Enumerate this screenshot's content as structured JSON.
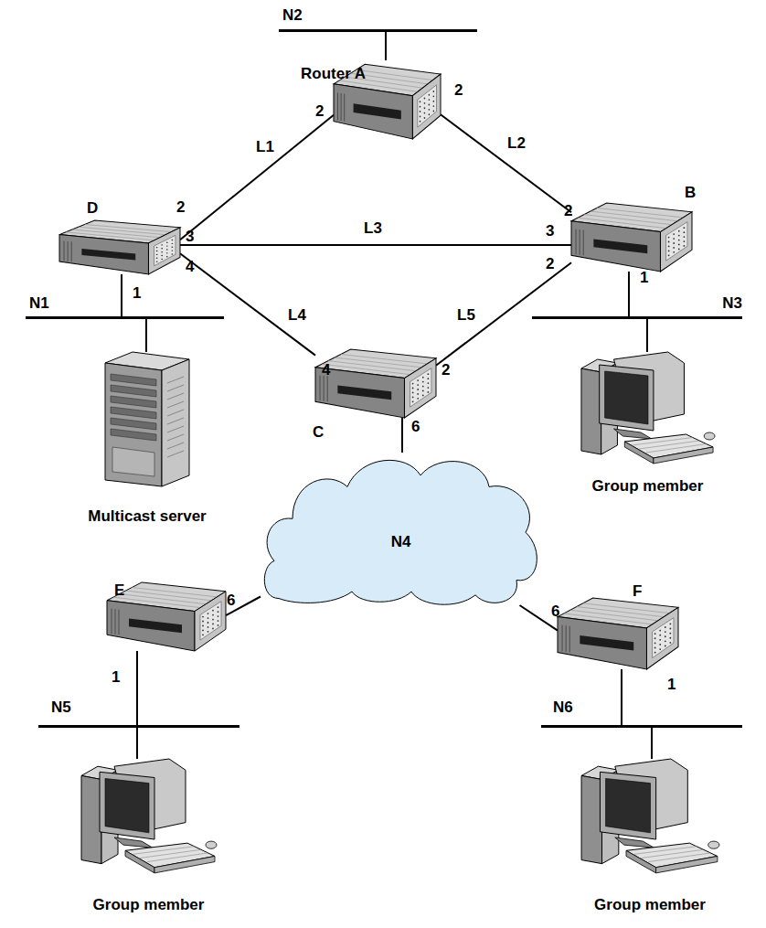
{
  "diagram": {
    "nodes": [
      {
        "text": [
          "N2"
        ]
      },
      {
        "text": [
          "Router A"
        ]
      },
      {
        "text": [
          "D"
        ]
      },
      {
        "text": [
          "B"
        ]
      },
      {
        "text": [
          "N1"
        ]
      },
      {
        "text": [
          "N3"
        ]
      },
      {
        "text": [
          "C"
        ]
      },
      {
        "text": [
          "Multicast server"
        ]
      },
      {
        "text": [
          "Group member"
        ]
      },
      {
        "text": [
          "N4"
        ]
      },
      {
        "text": [
          "E"
        ]
      },
      {
        "text": [
          "F"
        ]
      },
      {
        "text": [
          "N5"
        ]
      },
      {
        "text": [
          "N6"
        ]
      },
      {
        "text": [
          "Group member"
        ]
      },
      {
        "text": [
          "Group member"
        ]
      }
    ],
    "edges": [
      {
        "from": 0,
        "to": 1,
        "arrow": "none"
      },
      {
        "from": 2,
        "to": 1,
        "arrow": "none",
        "label": "L1"
      },
      {
        "from": 1,
        "to": 3,
        "arrow": "none",
        "label": "L2"
      },
      {
        "from": 2,
        "to": 3,
        "arrow": "none",
        "label": "L3"
      },
      {
        "from": 2,
        "to": 6,
        "arrow": "none",
        "label": "L4"
      },
      {
        "from": 3,
        "to": 6,
        "arrow": "none",
        "label": "L5"
      },
      {
        "from": 2,
        "to": 4,
        "arrow": "none"
      },
      {
        "from": 4,
        "to": 7,
        "arrow": "none"
      },
      {
        "from": 3,
        "to": 5,
        "arrow": "none"
      },
      {
        "from": 5,
        "to": 8,
        "arrow": "none"
      },
      {
        "from": 6,
        "to": 9,
        "arrow": "none"
      },
      {
        "from": 10,
        "to": 9,
        "arrow": "none"
      },
      {
        "from": 11,
        "to": 9,
        "arrow": "none"
      },
      {
        "from": 10,
        "to": 12,
        "arrow": "none"
      },
      {
        "from": 12,
        "to": 14,
        "arrow": "none"
      },
      {
        "from": 11,
        "to": 13,
        "arrow": "none"
      },
      {
        "from": 13,
        "to": 15,
        "arrow": "none"
      }
    ],
    "labels": [
      "2",
      "2",
      "2",
      "3",
      "4",
      "1",
      "2",
      "3",
      "2",
      "1",
      "4",
      "2",
      "6",
      "6",
      "1",
      "6",
      "1"
    ]
  }
}
